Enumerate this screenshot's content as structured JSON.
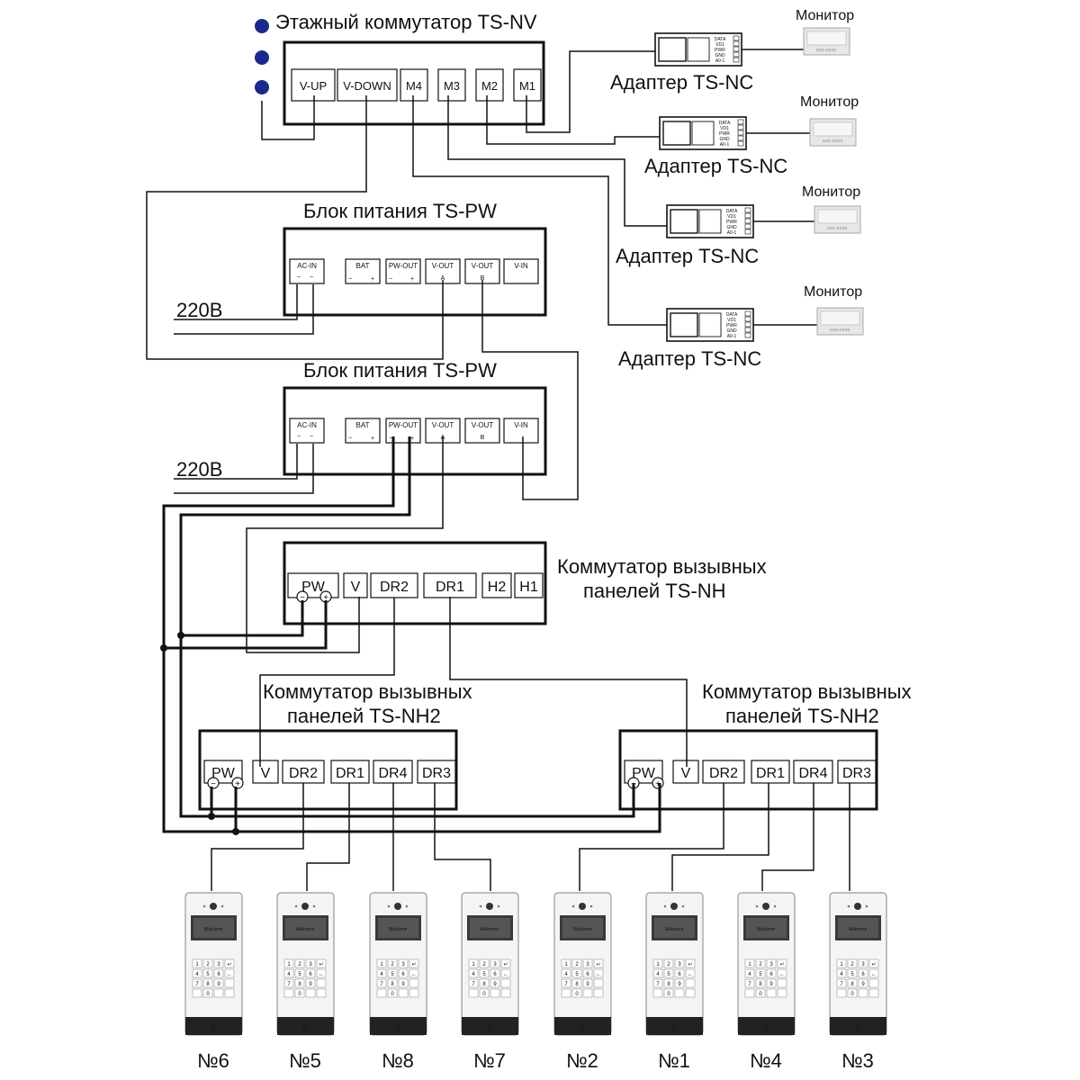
{
  "nv": {
    "title": "Этажный коммутатор TS-NV",
    "terminals": [
      "V-UP",
      "V-DOWN",
      "M4",
      "M3",
      "M2",
      "M1"
    ]
  },
  "adapters": {
    "label": "Адаптер TS-NC",
    "monitor_label": "Монитор",
    "adapter_terms": [
      "DATA",
      "VD1",
      "PWR",
      "GND",
      "A0-1"
    ],
    "monitor_text": "○○○ ○○○○"
  },
  "pw": {
    "title": "Блок питания TS-PW",
    "input_label": "220В",
    "terminals": [
      "AC-IN",
      "BAT",
      "PW-OUT",
      "V-OUT",
      "V-OUT",
      "V-IN"
    ],
    "terminal_subs": [
      "",
      "",
      "",
      "A",
      "B",
      ""
    ],
    "minus": "−",
    "plus": "+",
    "ac_sub": "~"
  },
  "nh": {
    "title_line1": "Коммутатор вызывных",
    "title_line2": "панелей TS-NH",
    "terminals": [
      "PW",
      "V",
      "DR2",
      "DR1",
      "H2",
      "H1"
    ]
  },
  "nh2": {
    "title_line1": "Коммутатор вызывных",
    "title_line2": "панелей TS-NH2",
    "terminals": [
      "PW",
      "V",
      "DR2",
      "DR1",
      "DR4",
      "DR3"
    ]
  },
  "panels": {
    "numbers": [
      "№6",
      "№5",
      "№8",
      "№7",
      "№2",
      "№1",
      "№4",
      "№3"
    ],
    "screen_text": "Welcome",
    "keys": [
      "1",
      "2",
      "3",
      "↵",
      "4",
      "5",
      "6",
      "←",
      "7",
      "8",
      "9",
      "",
      "",
      "0",
      "",
      ""
    ]
  }
}
